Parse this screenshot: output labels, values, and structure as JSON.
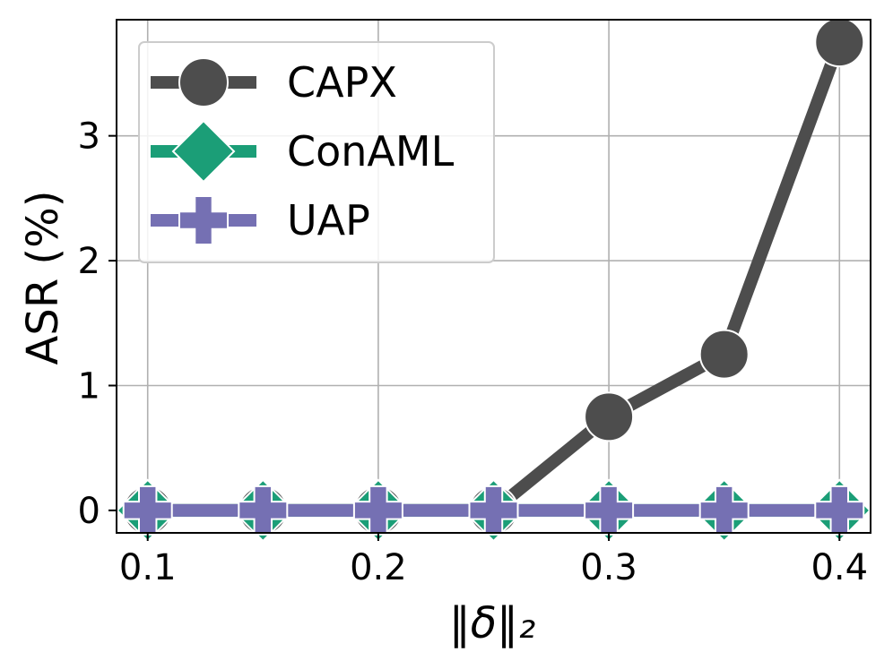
{
  "chart_data": {
    "type": "line",
    "xlabel": "‖δ‖₂",
    "ylabel": "ASR (%)",
    "x": [
      0.1,
      0.15,
      0.2,
      0.25,
      0.3,
      0.35,
      0.4
    ],
    "xlim": [
      0.0865,
      0.4135
    ],
    "ylim": [
      -0.18,
      3.93
    ],
    "xticks": [
      0.1,
      0.2,
      0.3,
      0.4
    ],
    "xtick_labels": [
      "0.1",
      "0.2",
      "0.3",
      "0.4"
    ],
    "yticks": [
      0,
      1,
      2,
      3
    ],
    "ytick_labels": [
      "0",
      "1",
      "2",
      "3"
    ],
    "grid": true,
    "legend_position": "top-left",
    "series": [
      {
        "name": "CAPX",
        "values": [
          0,
          0,
          0,
          0,
          0.75,
          1.25,
          3.75
        ],
        "color": "#4d4d4d",
        "marker": "circle"
      },
      {
        "name": "ConAML",
        "values": [
          0,
          0,
          0,
          0,
          0,
          0,
          0
        ],
        "color": "#1b9e77",
        "marker": "diamond"
      },
      {
        "name": "UAP",
        "values": [
          0,
          0,
          0,
          0,
          0,
          0,
          0
        ],
        "color": "#7570b3",
        "marker": "plus"
      }
    ]
  }
}
